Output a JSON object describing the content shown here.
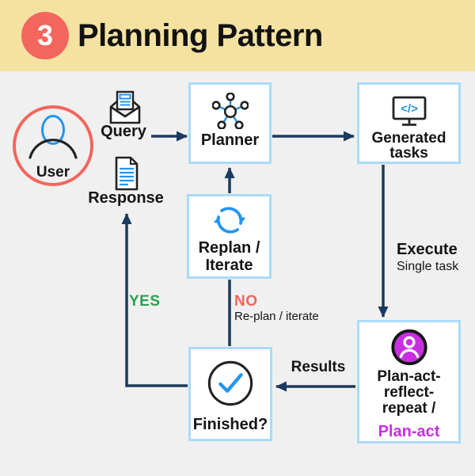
{
  "header": {
    "badge": "3",
    "title": "Planning Pattern"
  },
  "nodes": {
    "user": {
      "label": "User"
    },
    "query": {
      "label": "Query"
    },
    "response": {
      "label": "Response"
    },
    "planner": {
      "label": "Planner"
    },
    "generated_tasks": {
      "line1": "Generated",
      "line2": "tasks"
    },
    "replan": {
      "line1": "Replan /",
      "line2": "Iterate"
    },
    "finished": {
      "label": "Finished?"
    },
    "plan_act": {
      "line1": "Plan-act-",
      "line2": "reflect-",
      "line3": "repeat /",
      "line4": "Plan-act"
    }
  },
  "edges": {
    "execute": {
      "label": "Execute",
      "sublabel": "Single task"
    },
    "results": {
      "label": "Results"
    },
    "yes": {
      "label": "YES"
    },
    "no": {
      "label": "NO",
      "sublabel": "Re-plan / iterate"
    }
  },
  "icons": {
    "user": "person-in-coral-ring",
    "query": "open-envelope-letter",
    "response": "document-with-lines",
    "planner": "hub-spoke-network",
    "generated_tasks": "monitor-with-code",
    "replan": "circular-refresh-arrows",
    "finished": "check-circle",
    "plan_act": "person-in-magenta-circle"
  },
  "colors": {
    "header_bg": "#F5E2A1",
    "badge_red": "#F4655D",
    "body_bg": "#F0F0F0",
    "box_bg": "#FFFFFF",
    "box_border": "#A9DCF7",
    "arrow_navy": "#1B3A5F",
    "icon_blue": "#2196F3",
    "icon_dark": "#222222",
    "yes_green": "#2E9E50",
    "no_red": "#F4655D",
    "magenta": "#C72FE0",
    "text_dark": "#141414"
  }
}
